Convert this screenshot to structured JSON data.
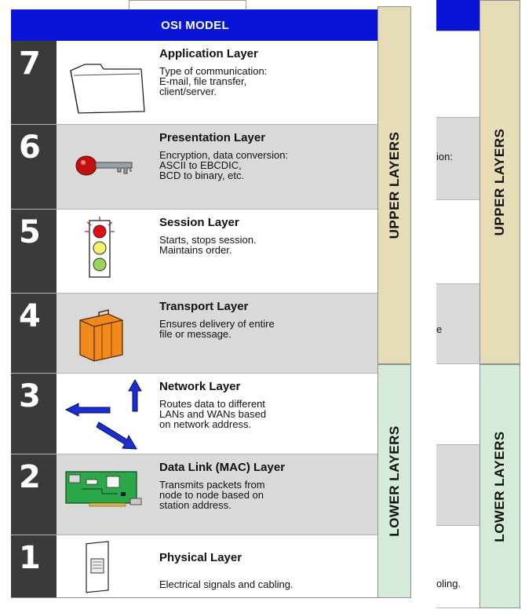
{
  "header": {
    "title": "OSI MODEL"
  },
  "colors": {
    "header_blue": "#0a14d6",
    "upper_band": "#e6dcb5",
    "lower_band": "#d3ebd8",
    "gray_row": "#d9d9d9",
    "white_row": "#ffffff",
    "number_bg": "#3a3a3a"
  },
  "layers": [
    {
      "number": "7",
      "title": "Application Layer",
      "desc": "Type of communication:\nE-mail, file transfer,\nclient/server.",
      "icon": "folder-icon",
      "bg": "white"
    },
    {
      "number": "6",
      "title": "Presentation Layer",
      "desc": "Encryption, data conversion:\nASCII to EBCDIC,\nBCD to binary, etc.",
      "icon": "key-icon",
      "bg": "gray"
    },
    {
      "number": "5",
      "title": "Session Layer",
      "desc": "Starts, stops session.\nMaintains order.",
      "icon": "traffic-light-icon",
      "bg": "white"
    },
    {
      "number": "4",
      "title": "Transport Layer",
      "desc": "Ensures delivery of entire\nfile or message.",
      "icon": "suitcase-icon",
      "bg": "gray"
    },
    {
      "number": "3",
      "title": "Network Layer",
      "desc": "Routes data to different\nLANs and WANs based\non network address.",
      "icon": "arrows-icon",
      "bg": "white"
    },
    {
      "number": "2",
      "title": "Data Link (MAC) Layer",
      "desc": "Transmits packets from\nnode to node based on\nstation address.",
      "icon": "network-card-icon",
      "bg": "gray"
    },
    {
      "number": "1",
      "title": "Physical Layer",
      "desc": "Electrical signals and cabling.",
      "icon": "network-jack-icon",
      "bg": "white"
    }
  ],
  "bands": {
    "upper": "UPPER LAYERS",
    "lower": "LOWER LAYERS"
  },
  "duplicate": {
    "fragment_6": "ion:",
    "fragment_4": "e",
    "fragment_1": "oling."
  }
}
